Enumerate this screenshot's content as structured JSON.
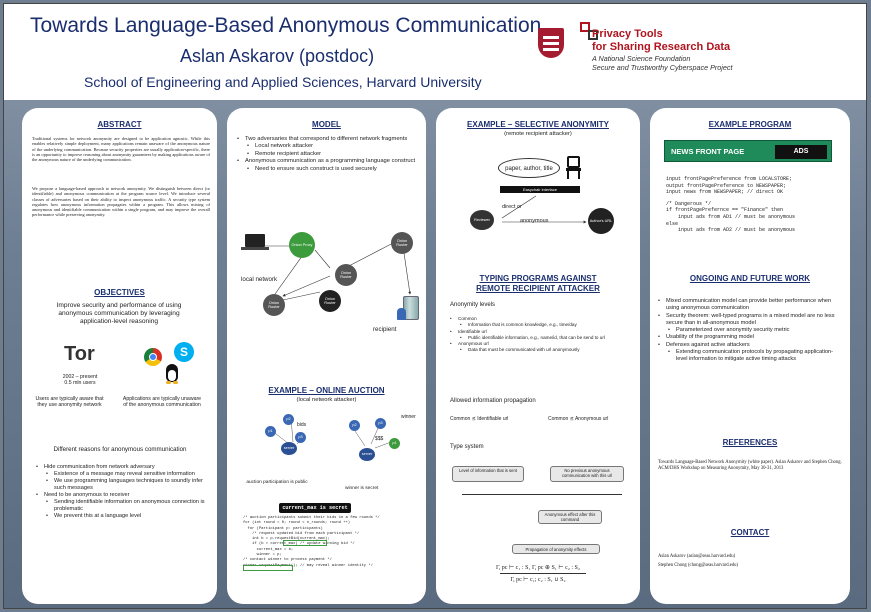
{
  "header": {
    "title": "Towards Language-Based Anonymous Communication",
    "author": "Aslan Askarov (postdoc)",
    "school": "School of Engineering and Applied Sciences, Harvard University",
    "privacy_title": [
      "Privacy Tools",
      "for Sharing Research Data"
    ],
    "privacy_sub": [
      "A National Science Foundation",
      "Secure and Trustworthy Cyberspace Project"
    ]
  },
  "abstract": {
    "title": "ABSTRACT",
    "p1": "Traditional systems for network anonymity are designed to be application agnostic. While this enables relatively simple deployment, many applications remain unaware of the anonymous nature of the underlying communication. Because security properties are usually application-specific, there is an opportunity to improve reasoning about anonymity guarantees by making applications aware of the anonymous nature of the underlying communication.",
    "p2": "We propose a language-based approach to network anonymity. We distinguish between direct (or identifiable) and anonymous communication at the program source level. We introduce several classes of adversaries based on their ability to inspect anonymous traffic. A security type system regulates how anonymous information propagates within a program. This allows mixing of anonymous and identifiable communication within a single program, and may improve the overall performance while preserving anonymity."
  },
  "objectives": {
    "title": "OBJECTIVES",
    "text": "Improve security and performance of using anonymous communication by leveraging application-level reasoning",
    "tor_label": "Tor",
    "tor_years": "2002 – present",
    "tor_users": "0.5 mln users",
    "users_aware": "Users are typically aware that they use anonymity network",
    "apps_unaware": "Applications are typically unaware of the anonymous communication",
    "reasons": "Different reasons for anonymous communication",
    "bullets": [
      {
        "text": "Hide communication from network adversary",
        "lvl": 1
      },
      {
        "text": "Existence of a message  may reveal sensitive information",
        "lvl": 2
      },
      {
        "text": "We use programming languages techniques to soundly infer such messages",
        "lvl": 2
      },
      {
        "text": "Need to be anonymous to receiver",
        "lvl": 1
      },
      {
        "text": "Sending identifiable  information on anonymous connection is problematic",
        "lvl": 2
      },
      {
        "text": "We prevent this at a language level",
        "lvl": 2
      }
    ]
  },
  "model": {
    "title": "MODEL",
    "bullets": [
      {
        "text": "Two adversaries that correspond to different network fragments",
        "lvl": 1
      },
      {
        "text": "Local network attacker",
        "lvl": 2
      },
      {
        "text": "Remote recipient attacker",
        "lvl": 2
      },
      {
        "text": "Anonymous communication as a programming language construct",
        "lvl": 1
      },
      {
        "text": "Need to ensure such construct is used securely",
        "lvl": 2
      }
    ],
    "onion_proxy": "Onion Proxy",
    "onion_router": "Onion Router",
    "local_network": "local network",
    "recipient": "recipient"
  },
  "auction": {
    "title": "EXAMPLE – ONLINE AUCTION",
    "subtitle": "(local network attacker)",
    "bids": "bids",
    "sss": "$$$",
    "winner": "winner",
    "server": "server",
    "p1": "p1",
    "p2": "p2",
    "p3": "p3",
    "public_note": "auction participation is public",
    "secret_note": "winner is secret",
    "current_max": "current_max is secret",
    "code": [
      "/* auction participants submit their bids in a few rounds */",
      "for (int round = 0; round < n_rounds; round ++)",
      "  for (Participant p: participants)",
      "    /* request updated bid from each participant */",
      "    int b = p.requestBid(current_max);",
      "    if (b > current_max) /* update winning bid */",
      "      current_max = b;",
      "      winner = p;",
      "/* contact winner to process payment */",
      "winner.requestPayment(); // may reveal winner identity */"
    ]
  },
  "selective": {
    "title": "EXAMPLE – SELECTIVE ANONYMITY",
    "subtitle": "(remote recipient attacker)",
    "bubble": "paper, author, title",
    "easychair": "Easychair interface",
    "reviewer": "Reviewer",
    "url": "Author's URL",
    "direct": "direct or",
    "anonymous": "anonymous"
  },
  "typing": {
    "title1": "TYPING PROGRAMS AGAINST",
    "title2": "REMOTE RECIPIENT ATTACKER",
    "anon_levels": "Anonymity levels",
    "bullets": [
      {
        "text": "Common",
        "lvl": 1
      },
      {
        "text": "Information that is common knowledge, e.g., time/day",
        "lvl": 2
      },
      {
        "text": "Identifiable url",
        "lvl": 1
      },
      {
        "text": "Public identifiable information, e.g., name/id, that can be send to url",
        "lvl": 2
      },
      {
        "text": "Anonymous url",
        "lvl": 1
      },
      {
        "text": "Data that must be communicated with url anonymously",
        "lvl": 2
      }
    ],
    "propagation": "Allowed information propagation",
    "rule1": "Common ⪯ Identifiable url",
    "rule2": "Common ⪯ Anonymous url",
    "type_system": "Type system",
    "box1": "Level of information that is sent",
    "box2": "No previous anonymous communication with this url",
    "box3": "Anonymous effect after this command",
    "box4": "Propagation of anonymity effects",
    "formula1": "Γ, pc ⊢ c₁ : S₁     Γ, pc ⊕ S₁ ⊢ c₂ : S₂",
    "formula2": "Γ, pc ⊢ c₁; c₂ : S₁ ∪ S₂"
  },
  "program": {
    "title": "EXAMPLE PROGRAM",
    "news": "NEWS FRONT PAGE",
    "ads": "ADS",
    "code": [
      "input frontPagePreference from LOCALSTORE;",
      "output frontPagePreference to NEWSPAPER;",
      "input news from NEWSPAPER; // direct OK",
      "",
      "/* Dangerous */",
      "if frontPagePrefernce == \"Finance\" then",
      "    input ads from AD1 // must be anonymous",
      "else",
      "    input ads from AD2 // must be anonymous"
    ]
  },
  "ongoing": {
    "title": "ONGOING AND FUTURE WORK",
    "bullets": [
      {
        "text": "Mixed communication model can provide better performance when using anonymous communication",
        "lvl": 1
      },
      {
        "text": "Security theorem: well-typed programs in a mixed model are no less secure than in all-anonymous model",
        "lvl": 1
      },
      {
        "text": "Parameterized over anonymity security metric",
        "lvl": 2
      },
      {
        "text": "Usability of the programming model",
        "lvl": 1
      },
      {
        "text": "Defenses against active attackers",
        "lvl": 1
      },
      {
        "text": "Extending communication protocols by propagating application-level information to mitigate active timing attacks",
        "lvl": 2
      }
    ]
  },
  "references": {
    "title": "REFERENCES",
    "text": "Towards Language-Based Network Anonymity (white paper). Aslan Askarov and Stephen Chong. ACM/DHS Workshop on Measuring Anonymity, May 30-31, 2013"
  },
  "contact": {
    "title": "CONTACT",
    "line1": "Aslan Askarov (aslan@seas.harvard.edu)",
    "line2": "Stephen Chong (chong@seas.harvard.edu)"
  },
  "colors": {
    "navy": "#1a2e6e",
    "red": "#b0151f",
    "node_green": "#3c9b3c",
    "node_gray": "#555555",
    "node_blue": "#3a68b4",
    "news_green": "#1f8a5a"
  }
}
